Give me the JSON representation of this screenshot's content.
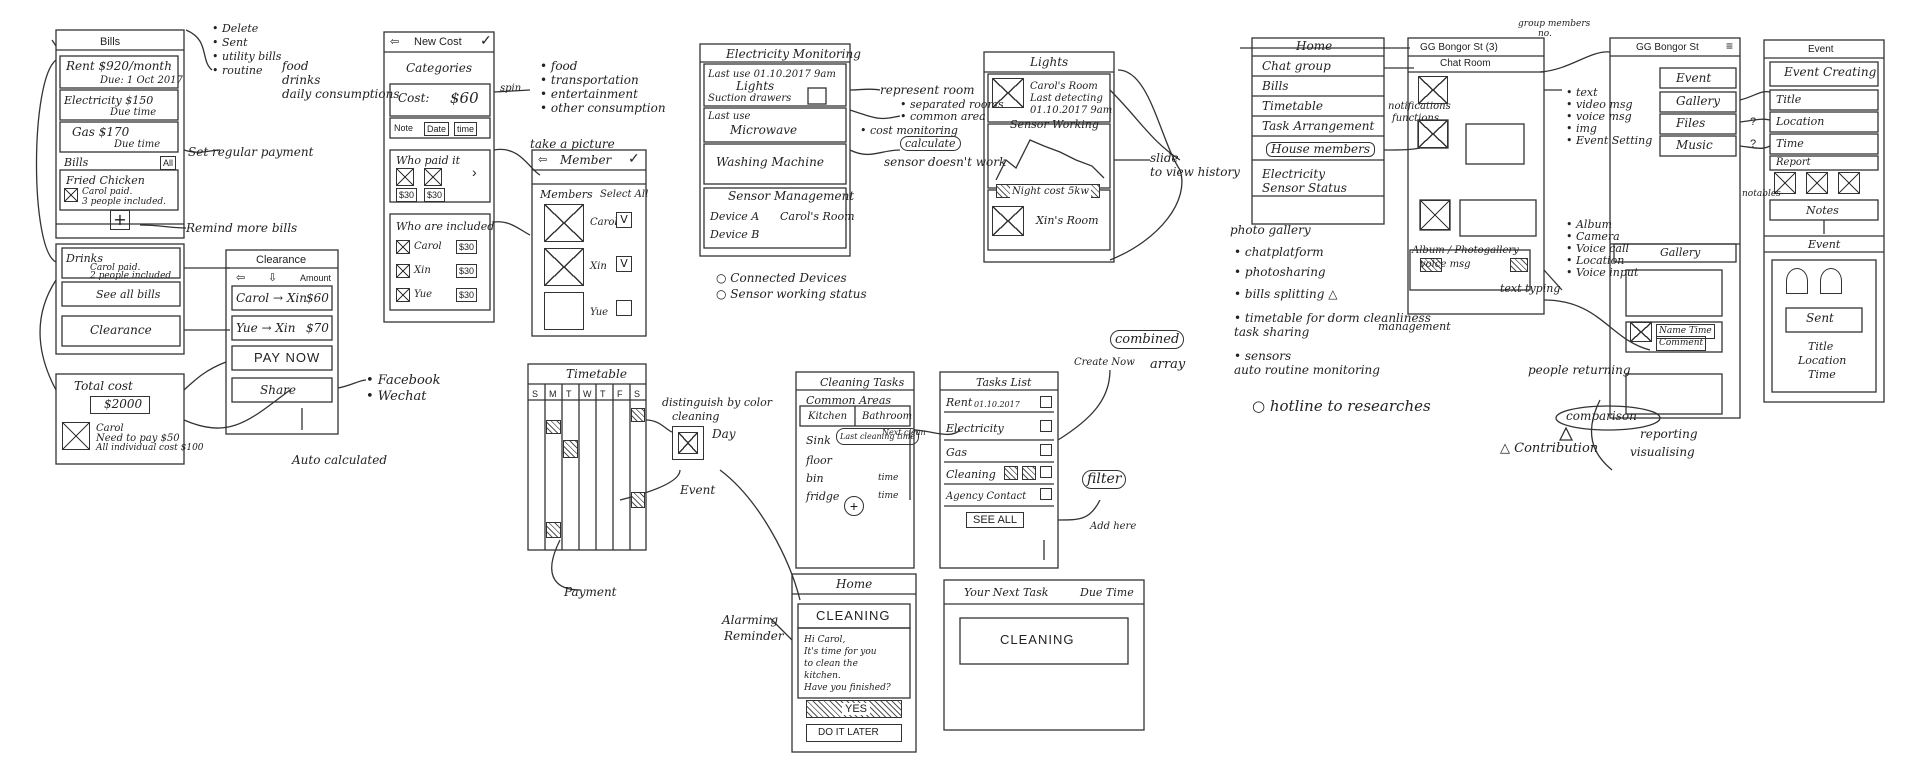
{
  "bills": {
    "title": "Bills",
    "rent": "Rent  $920/month",
    "rent_due": "Due: 1 Oct 2017",
    "electricity": "Electricity  $150",
    "electricity_due": "Due time",
    "gas": "Gas  $170",
    "gas_due": "Due time",
    "bills_label": "Bills",
    "all_label": "All",
    "fried_chicken": "Fried Chicken",
    "fried_chicken_note1": "Carol paid.",
    "fried_chicken_note2": "3 people included.",
    "plus": "+",
    "drinks": "Drinks",
    "drinks_note1": "Carol paid.",
    "drinks_note2": "2 people included",
    "see_all_bills": "See all bills",
    "clearance": "Clearance",
    "total_cost": "Total cost",
    "total_amount": "$2000",
    "carol": "Carol",
    "need_to_pay": "Need to pay $50",
    "individual_cost": "All individual cost $100"
  },
  "bills_notes": {
    "bullets": [
      "• Delete",
      "• Sent",
      "• utility bills",
      "• routine"
    ],
    "food_group": [
      "food",
      "drinks",
      "daily consumptions"
    ],
    "set_regular": "Set regular payment",
    "remind_more": "Remind more bills",
    "auto_calculated": "Auto calculated",
    "facebook": "• Facebook",
    "wechat": "• Wechat"
  },
  "new_cost": {
    "title": "New Cost",
    "categories": "Categories",
    "cost": "Cost:",
    "cost_value": "$60",
    "note": "Note",
    "date": "Date",
    "time": "time",
    "who_paid": "Who paid it",
    "p1": "$30",
    "p2": "$30",
    "who_included": "Who are included",
    "carol": "Carol",
    "xin": "Xin",
    "yue": "Yue",
    "amt": "$30"
  },
  "new_cost_notes": {
    "categories": [
      "• food",
      "• transportation",
      "• entertainment",
      "• other consumption"
    ],
    "spin": "spin",
    "take_picture": "take a picture"
  },
  "member": {
    "title": "Member",
    "members": "Members",
    "select_all": "Select All",
    "carol": "Carol",
    "xin": "Xin",
    "yue": "Yue"
  },
  "clearance_screen": {
    "title": "Clearance",
    "amount": "Amount",
    "row1": "Carol → Xin",
    "row1_amt": "$60",
    "row2": "Yue → Xin",
    "row2_amt": "$70",
    "pay_now": "PAY NOW",
    "share": "Share"
  },
  "electricity": {
    "title": "Electricity Monitoring",
    "last_use1": "Last use 01.10.2017 9am",
    "lights": "Lights",
    "lights_sub": "Suction drawers",
    "last_use2": "Last use",
    "microwave": "Microwave",
    "washing_machine": "Washing Machine",
    "sensor_management": "Sensor Management",
    "device_a": "Device A",
    "device_a_room": "Carol's Room",
    "device_b": "Device B",
    "connected": "○ Connected Devices",
    "sensor_status": "○ Sensor working status"
  },
  "electricity_notes": {
    "represent": "represent room",
    "items": [
      "• separated rooms",
      "• common area",
      "• cost monitoring"
    ],
    "calculate": "calculate",
    "sensor_not_work": "sensor doesn't work"
  },
  "lights": {
    "title": "Lights",
    "room": "Carol's Room",
    "last_detect": "Last detecting",
    "date": "01.10.2017 9am",
    "sensor_working": "Sensor Working",
    "night_cost": "Night cost 5kw",
    "xin_room": "Xin's Room",
    "slide_note": "slide",
    "view_history": "to view history"
  },
  "timetable": {
    "title": "Timetable",
    "days": [
      "S",
      "M",
      "T",
      "W",
      "T",
      "F",
      "S"
    ],
    "distinguish": "distinguish by color",
    "cleaning": "cleaning",
    "day": "Day",
    "event": "Event",
    "payment": "Payment"
  },
  "cleaning_task": {
    "title": "Cleaning Tasks",
    "common_areas": "Common Areas",
    "kitchen": "Kitchen",
    "bathroom": "Bathroom",
    "sink": "Sink",
    "floor": "floor",
    "bin": "bin",
    "fridge": "fridge",
    "time": "time",
    "last_cleaning": "Last cleaning time",
    "next_clean": "Next clean"
  },
  "task_list": {
    "title": "Tasks List",
    "rent": "Rent",
    "rent_date": "01.10.2017",
    "electricity": "Electricity",
    "gas": "Gas",
    "cleaning": "Cleaning",
    "agency": "Agency Contact",
    "see_all": "SEE ALL",
    "filter": "filter",
    "add_here": "Add here",
    "combined": "combined",
    "array": "array",
    "create_now": "Create Now"
  },
  "reminder": {
    "home": "Home",
    "cleaning": "CLEANING",
    "message": [
      "Hi Carol,",
      "It's time for you",
      "to clean the",
      "kitchen.",
      "Have you finished?"
    ],
    "yes": "YES",
    "do_it_later": "DO IT LATER",
    "alarming": "Alarming",
    "reminder_label": "Reminder"
  },
  "next_task": {
    "your_next_task": "Your Next Task",
    "due_time": "Due Time",
    "cleaning": "CLEANING"
  },
  "home_menu": {
    "title": "Home",
    "items": [
      "Chat group",
      "Bills",
      "Timetable",
      "Task Arrangement",
      "House members",
      "Electricity",
      "Sensor Status"
    ],
    "notifications": "notifications",
    "functions": "functions",
    "photo_gallery": "photo gallery",
    "features": [
      "• chatplatform",
      "• photosharing",
      "• bills splitting △",
      "• timetable for dorm cleanliness",
      "  task sharing",
      "• sensors",
      "  auto routine monitoring"
    ],
    "management": "management",
    "hotline": "○ hotline to researches",
    "contribution": "△ Contribution"
  },
  "chat_room": {
    "title": "GG Bongor St (3)",
    "subtitle": "Chat Room",
    "group_members": "group members",
    "no": "no.",
    "media": [
      "• text",
      "• video msg",
      "• voice msg",
      "• img",
      "• Event Setting"
    ],
    "inputs": [
      "• Album",
      "• Camera",
      "• Voice call",
      "• Location",
      "• Voice input"
    ],
    "album_label": "Album / Photogallery",
    "voice_msg": "voice msg",
    "text_typing": "text typing"
  },
  "bongor_menu": {
    "title": "GG Bongor St",
    "items": [
      "Event",
      "Gallery",
      "Files",
      "Music"
    ],
    "question": "?",
    "gallery_title": "Gallery",
    "name_time": "Name Time",
    "comment": "Comment",
    "people_returning": "people returning",
    "comparison": "comparison",
    "reporting": "reporting",
    "visualising": "visualising"
  },
  "event": {
    "title": "Event",
    "creating": "Event Creating",
    "title_field": "Title",
    "location": "Location",
    "time": "Time",
    "report": "Report",
    "notes": "Notes",
    "event2": "Event",
    "sent": "Sent",
    "f_title": "Title",
    "f_location": "Location",
    "f_time": "Time",
    "notables": "notables"
  }
}
